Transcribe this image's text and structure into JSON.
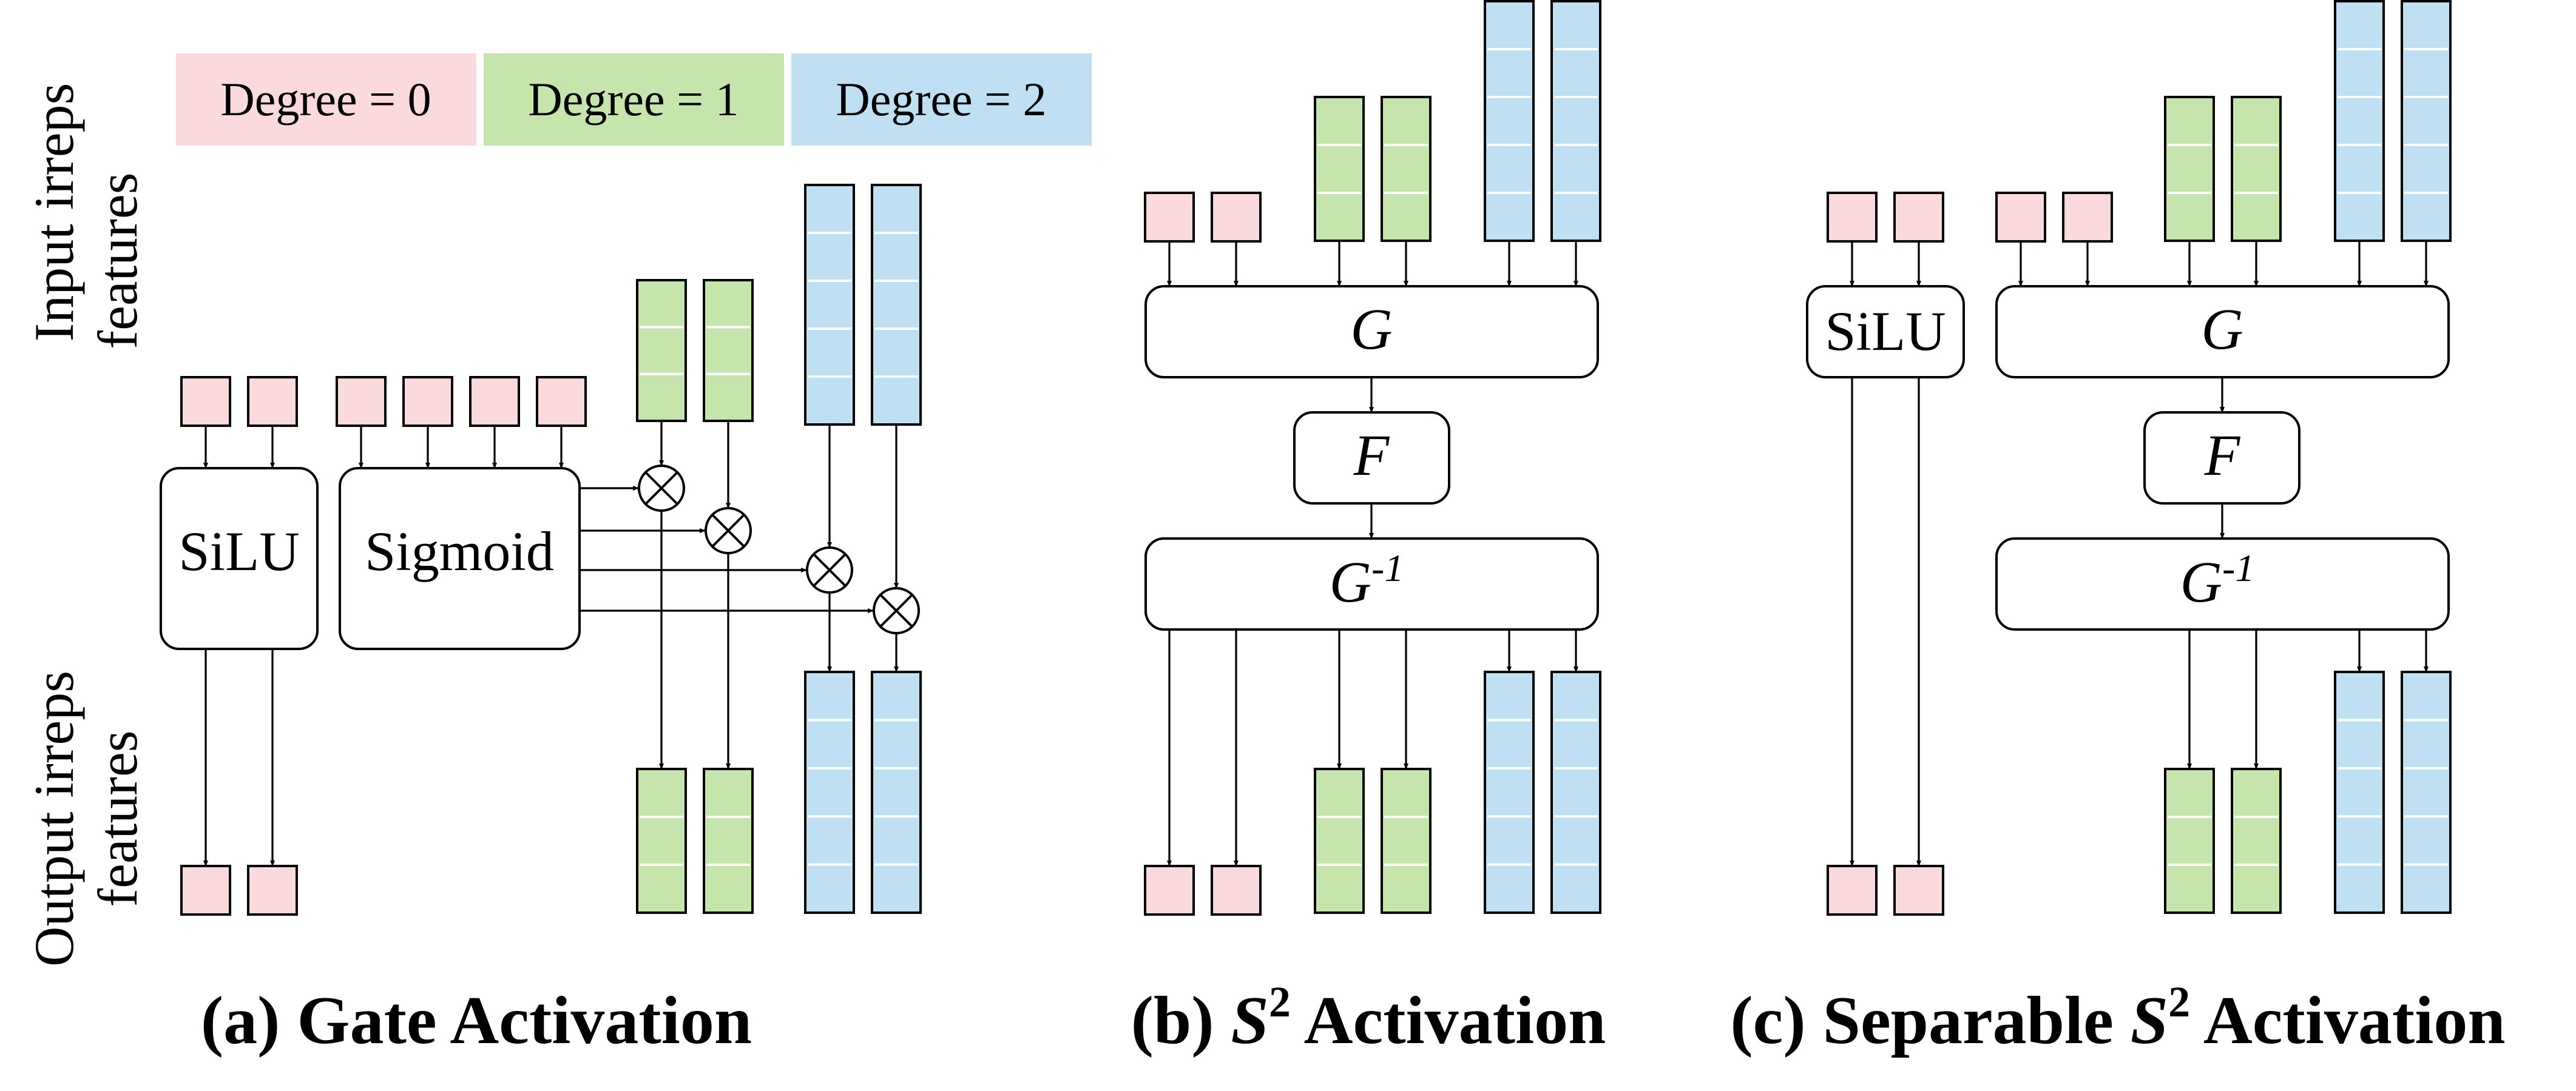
{
  "colors": {
    "degree0": "#fadadd",
    "degree1": "#c5e5ac",
    "degree2": "#bfe0f3",
    "stroke": "#000000",
    "background": "#ffffff"
  },
  "legend": [
    {
      "label": "Degree = 0"
    },
    {
      "label": "Degree = 1"
    },
    {
      "label": "Degree = 2"
    }
  ],
  "side_labels": {
    "input": [
      "Input irreps",
      "features"
    ],
    "output": [
      "Output irreps",
      "features"
    ]
  },
  "panel_a": {
    "silu": "SiLU",
    "sigmoid": "Sigmoid",
    "caption": "(a) Gate Activation"
  },
  "panel_b": {
    "g": "G",
    "f": "F",
    "g_inv": "G",
    "g_inv_sup": "-1",
    "caption_prefix": "(b) ",
    "caption_s": "S",
    "caption_sup": "2",
    "caption_suffix": " Activation"
  },
  "panel_c": {
    "silu": "SiLU",
    "g": "G",
    "f": "F",
    "g_inv": "G",
    "g_inv_sup": "-1",
    "caption_prefix": "(c) Separable ",
    "caption_s": "S",
    "caption_sup": "2",
    "caption_suffix": " Activation"
  }
}
